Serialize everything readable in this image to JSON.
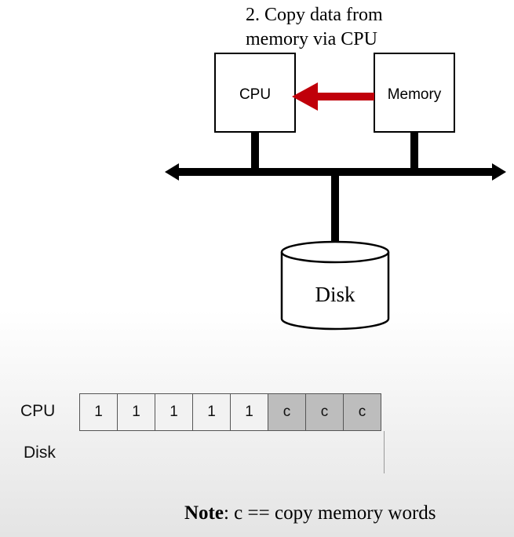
{
  "diagram": {
    "step_caption_line1": "2. Copy data from",
    "step_caption_line2": "memory via CPU",
    "cpu_label": "CPU",
    "memory_label": "Memory",
    "disk_label": "Disk",
    "arrow_color": "#c0000a"
  },
  "timeline": {
    "rows": [
      "CPU",
      "Disk"
    ],
    "cpu_cells": [
      "1",
      "1",
      "1",
      "1",
      "1",
      "c",
      "c",
      "c"
    ]
  },
  "note": {
    "bold_prefix": "Note",
    "text": ": c == copy memory words"
  }
}
